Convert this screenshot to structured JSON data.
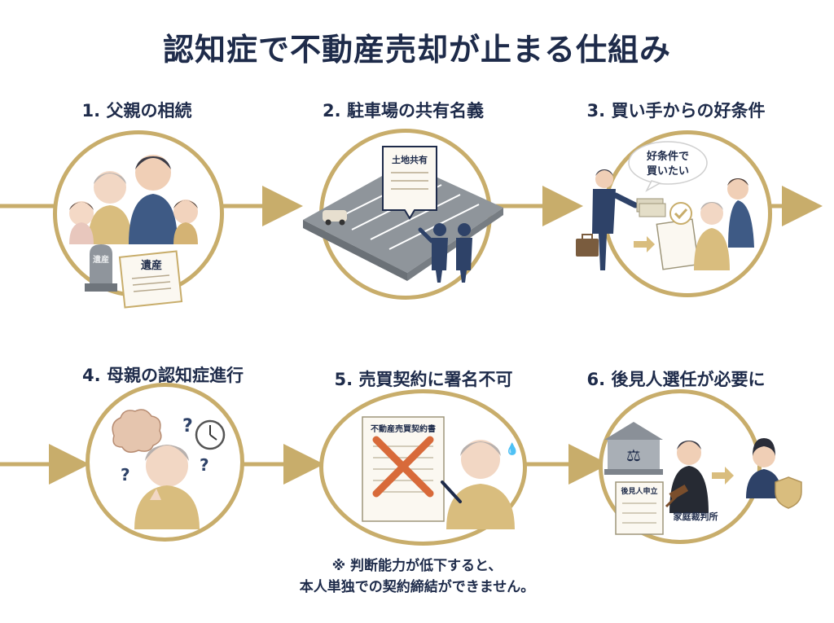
{
  "title": "認知症で不動産売却が止まる仕組み",
  "steps": [
    {
      "label": "1. 父親の相続",
      "tags": {
        "tombstone": "遺産",
        "scroll": "遺産"
      }
    },
    {
      "label": "2. 駐車場の共有名義",
      "tags": {
        "sign": "土地共有"
      }
    },
    {
      "label": "3. 買い手からの好条件",
      "tags": {
        "bubble_line1": "好条件で",
        "bubble_line2": "買いたい"
      }
    },
    {
      "label": "4. 母親の認知症進行",
      "tags": {}
    },
    {
      "label": "5. 売買契約に署名不可",
      "tags": {
        "contract": "不動産売買契約書"
      }
    },
    {
      "label": "6. 後見人選任が必要に",
      "tags": {
        "petition": "後見人申立",
        "court": "家庭裁判所"
      }
    }
  ],
  "note": {
    "line1": "※ 判断能力が低下すると、",
    "line2": "本人単独での契約締結ができません。"
  },
  "colors": {
    "gold": "#c8ad6b",
    "navy": "#1e2b4a",
    "beige": "#d9bd7e"
  }
}
